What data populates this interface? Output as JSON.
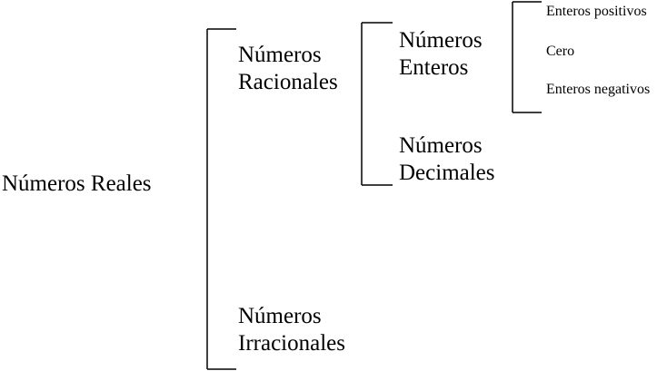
{
  "root": {
    "label": "Números Reales"
  },
  "level1": {
    "racionales": {
      "line1": "Números",
      "line2": "Racionales"
    },
    "irracionales": {
      "line1": "Números",
      "line2": "Irracionales"
    }
  },
  "level2": {
    "enteros": {
      "line1": "Números",
      "line2": "Enteros"
    },
    "decimales": {
      "line1": "Números",
      "line2": "Decimales"
    }
  },
  "level3": {
    "positivos": "Enteros positivos",
    "cero": "Cero",
    "negativos": "Enteros negativos"
  }
}
